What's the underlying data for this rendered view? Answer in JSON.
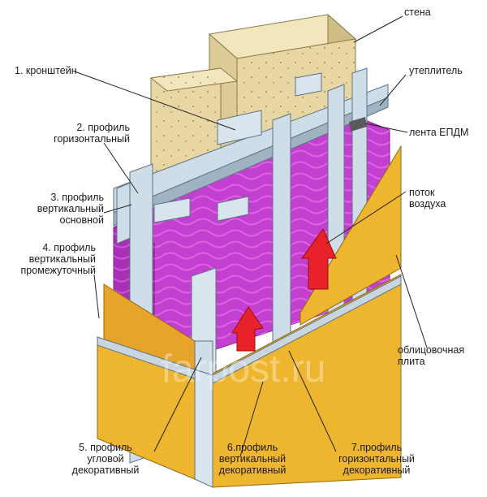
{
  "labels": {
    "wall": "стена",
    "bracket": "1. кронштейн",
    "hprofile": [
      "2. профиль",
      "горизонтальный"
    ],
    "vmain": [
      "3. профиль",
      "вертикальный",
      "основной"
    ],
    "vinter": [
      "4. профиль",
      "вертикальный",
      "промежуточный"
    ],
    "insulation": "утеплитель",
    "epdm": "лента ЕПДМ",
    "airflow": [
      "поток",
      "воздуха"
    ],
    "facing": [
      "облицовочная",
      "плита"
    ],
    "corner": [
      "5. профиль",
      "угловой",
      "декоративный"
    ],
    "vdecor": [
      "6.профиль",
      "вертикальный",
      "декоративный"
    ],
    "hdecor": [
      "7.профиль",
      "горизонтальный",
      "декоративный"
    ]
  },
  "watermark": "farpost.ru",
  "colors": {
    "wall": "#e8d7a3",
    "insulation": "#c23fcf",
    "cladding": "#eeb52f",
    "profile": "#bfd0dd",
    "arrow": "#e7222a"
  }
}
